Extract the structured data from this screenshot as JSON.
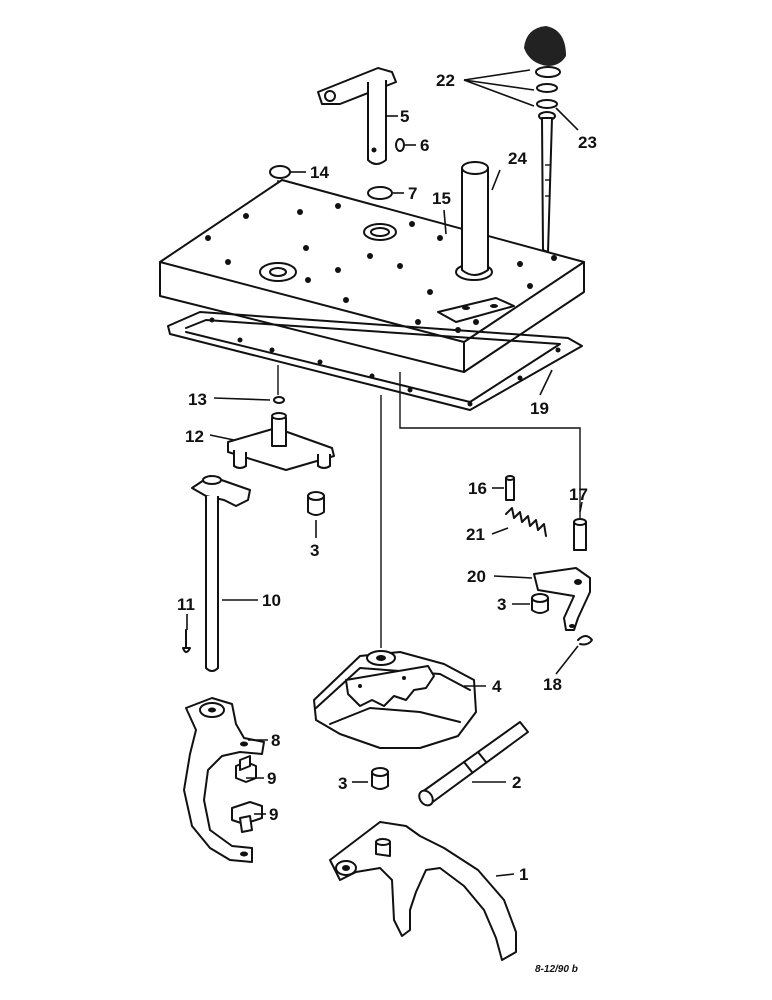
{
  "figure": {
    "drawing_code": "8-12/90 b",
    "callouts": [
      {
        "id": "c1",
        "text": "1"
      },
      {
        "id": "c2",
        "text": "2"
      },
      {
        "id": "c3a",
        "text": "3"
      },
      {
        "id": "c3b",
        "text": "3"
      },
      {
        "id": "c3c",
        "text": "3"
      },
      {
        "id": "c4",
        "text": "4"
      },
      {
        "id": "c5",
        "text": "5"
      },
      {
        "id": "c6",
        "text": "6"
      },
      {
        "id": "c7",
        "text": "7"
      },
      {
        "id": "c8",
        "text": "8"
      },
      {
        "id": "c9a",
        "text": "9"
      },
      {
        "id": "c9b",
        "text": "9"
      },
      {
        "id": "c10",
        "text": "10"
      },
      {
        "id": "c11",
        "text": "11"
      },
      {
        "id": "c12",
        "text": "12"
      },
      {
        "id": "c13",
        "text": "13"
      },
      {
        "id": "c14",
        "text": "14"
      },
      {
        "id": "c15",
        "text": "15"
      },
      {
        "id": "c16",
        "text": "16"
      },
      {
        "id": "c17",
        "text": "17"
      },
      {
        "id": "c18",
        "text": "18"
      },
      {
        "id": "c19",
        "text": "19"
      },
      {
        "id": "c20",
        "text": "20"
      },
      {
        "id": "c21",
        "text": "21"
      },
      {
        "id": "c22",
        "text": "22"
      },
      {
        "id": "c23",
        "text": "23"
      },
      {
        "id": "c24",
        "text": "24"
      }
    ]
  }
}
